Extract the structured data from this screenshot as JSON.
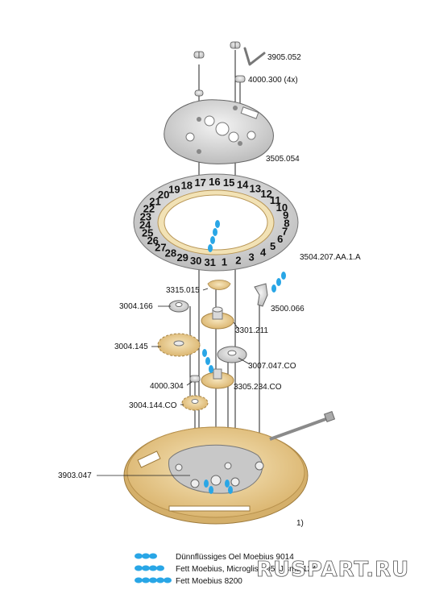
{
  "labels": {
    "p3905_052": "3905.052",
    "p4000_300": "4000.300 (4x)",
    "p3505_054": "3505.054",
    "p3504_207": "3504.207.AA.1.A",
    "p3315_015": "3315.015",
    "p3004_166": "3004.166",
    "p3500_066": "3500.066",
    "p3301_211": "3301.211",
    "p3004_145": "3004.145",
    "p3007_047": "3007.047.CO",
    "p4000_304": "4000.304",
    "p3305_234": "3305.234.CO",
    "p3004_144": "3004.144.CO",
    "p3903_047": "3903.047",
    "note1": "1)"
  },
  "date_numbers": [
    "1",
    "2",
    "3",
    "4",
    "5",
    "6",
    "7",
    "8",
    "9",
    "10",
    "11",
    "12",
    "13",
    "14",
    "15",
    "16",
    "17",
    "18",
    "19",
    "20",
    "21",
    "22",
    "23",
    "24",
    "25",
    "26",
    "27",
    "28",
    "29",
    "30",
    "31"
  ],
  "legend": [
    {
      "text": "Dünnflüssiges Oel Moebius 9014",
      "drops": 3
    },
    {
      "text": "Fett Moebius, Microgliss D5, Jisma 124",
      "drops": 4
    },
    {
      "text": "Fett Moebius 8200",
      "drops": 5
    }
  ],
  "watermark": "RUSPART.RU",
  "colors": {
    "oil_blue": "#29a6e6",
    "brass": "#e7c680",
    "brass_dark": "#c9a45a",
    "steel": "#dcdcdc",
    "steel_dark": "#8a8a8a",
    "line": "#222222"
  }
}
